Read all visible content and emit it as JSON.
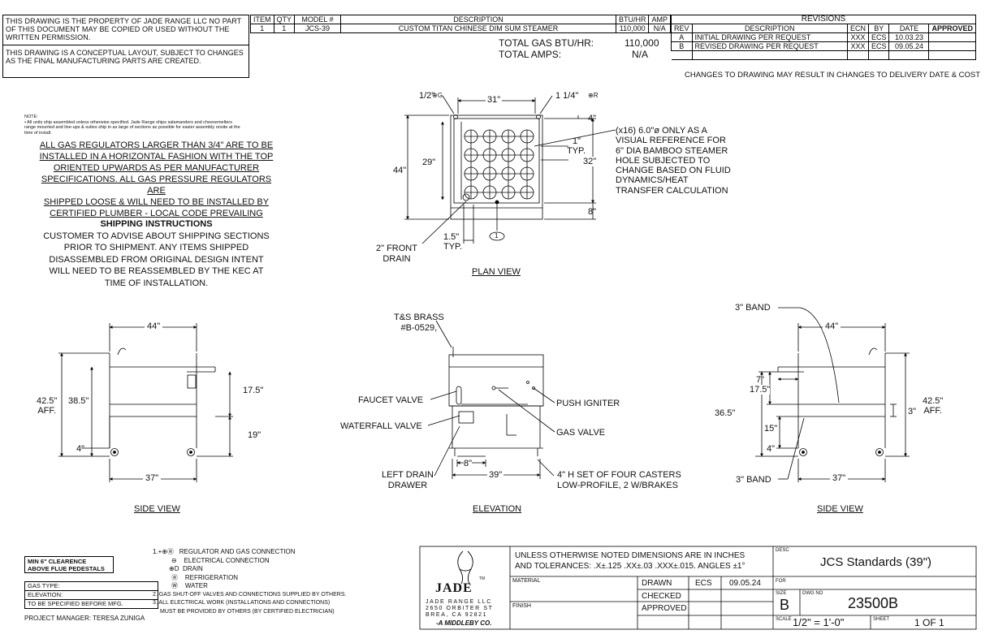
{
  "property_notice": "THIS DRAWING IS THE PROPERTY OF JADE RANGE LLC NO PART OF THIS DOCUMENT MAY BE COPIED OR USED WITHOUT THE WRITTEN PERMISSION.",
  "conceptual_notice": "THIS DRAWING IS A CONCEPTUAL LAYOUT, SUBJECT TO CHANGES AS THE FINAL MANUFACTURING PARTS ARE CREATED.",
  "items_table": {
    "headers": [
      "ITEM",
      "QTY",
      "MODEL #",
      "DESCRIPTION",
      "BTU/HR",
      "AMP"
    ],
    "rows": [
      [
        "1",
        "1",
        "JCS-39",
        "CUSTOM TITAN CHINESE DIM SUM STEAMER",
        "110,000",
        "N/A"
      ]
    ]
  },
  "totals": {
    "gas_label": "TOTAL GAS BTU/HR:",
    "gas_value": "110,000",
    "amps_label": "TOTAL AMPS:",
    "amps_value": "N/A"
  },
  "revisions": {
    "title": "REVISIONS",
    "headers": [
      "REV",
      "DESCRIPTION",
      "ECN",
      "BY",
      "DATE",
      "APPROVED"
    ],
    "rows": [
      [
        "A",
        "INITIAL DRAWING PER REQUEST",
        "XXX",
        "ECS",
        "10.03.23",
        ""
      ],
      [
        "B",
        "REVISED DRAWING PER REQUEST",
        "XXX",
        "ECS",
        "09.05.24",
        ""
      ]
    ],
    "footer": "CHANGES TO DRAWING MAY RESULT IN CHANGES TO DELIVERY DATE & COST"
  },
  "note_small": "NOTE:\n• All units ship assembled unless otherwise specified. Jade Range ships salamanders and cheesemelters range mounted and line-ups & suites ship in as large of sections as possible for easier assembly onsite at the time of install.",
  "gas_regulator_note": [
    "ALL GAS REGULATORS LARGER THAN 3/4\" ARE TO BE",
    "INSTALLED IN A HORIZONTAL FASHION WITH THE TOP",
    "ORIENTED UPWARDS AS PER MANUFACTURER",
    "SPECIFICATIONS. ALL GAS PRESSURE REGULATORS ARE",
    "SHIPPED LOOSE & WILL NEED TO BE INSTALLED BY",
    "CERTIFIED PLUMBER - LOCAL CODE PREVAILING"
  ],
  "shipping": {
    "title": "SHIPPING INSTRUCTIONS",
    "lines": [
      "CUSTOMER TO ADVISE ABOUT SHIPPING SECTIONS",
      "PRIOR TO SHIPMENT. ANY ITEMS SHIPPED",
      "DISASSEMBLED FROM ORIGINAL DESIGN INTENT",
      "WILL NEED TO BE REASSEMBLED BY THE KEC AT",
      "TIME OF INSTALLATION."
    ]
  },
  "plan_view": {
    "title": "PLAN VIEW",
    "dim_half": "1/2\"",
    "dim_quarter": "1 1/4\"",
    "dim_31": "31\"",
    "dim_4": "4\"",
    "dim_44": "44\"",
    "dim_29": "29\"",
    "dim_32": "32\"",
    "dim_1typ": [
      "1\"",
      "TYP."
    ],
    "dim_8": "8\"",
    "dim_15typ": [
      "1.5\"",
      "TYP."
    ],
    "front_drain": [
      "2\" FRONT",
      "DRAIN"
    ],
    "callout": "1",
    "steamer_note": [
      "(x16) 6.0\"ø ONLY AS A",
      "VISUAL REFERENCE FOR",
      "6\" DIA BAMBOO STEAMER",
      "HOLE SUBJECTED TO",
      "CHANGE BASED ON FLUID",
      "DYNAMICS/HEAT",
      "TRANSFER CALCULATION"
    ]
  },
  "side_view_left": {
    "title": "SIDE VIEW",
    "dim_44": "44\"",
    "dim_425": [
      "42.5\"",
      "AFF."
    ],
    "dim_385": "38.5\"",
    "dim_175": "17.5\"",
    "dim_19": "19\"",
    "dim_4": "4\"",
    "dim_37": "37\""
  },
  "elevation": {
    "title": "ELEVATION",
    "ts_brass": [
      "T&S BRASS",
      "#B-0529,"
    ],
    "faucet_valve": "FAUCET VALVE",
    "waterfall_valve": "WATERFALL VALVE",
    "push_igniter": "PUSH IGNITER",
    "gas_valve": "GAS VALVE",
    "left_drain": [
      "LEFT DRAIN",
      "DRAWER"
    ],
    "dim_8": "8\"",
    "dim_39": "39\"",
    "casters": [
      "4\" H SET OF FOUR CASTERS",
      "LOW-PROFILE, 2 W/BRAKES"
    ]
  },
  "side_view_right": {
    "title": "SIDE VIEW",
    "band_top": "3\" BAND",
    "band_bottom": "3\" BAND",
    "dim_44": "44\"",
    "dim_7": "7\"",
    "dim_175": "17.5\"",
    "dim_365": "36.5\"",
    "dim_15": "15\"",
    "dim_4": "4\"",
    "dim_37": "37\"",
    "dim_425": [
      "42.5\"",
      "AFF."
    ],
    "dim_3": "3\""
  },
  "clearance": [
    "MIN 6\" CLEARENCE",
    "ABOVE FLUE PEDESTALS"
  ],
  "gas_info": [
    "GAS TYPE:",
    "ELEVATION:",
    "TO BE SPECIFIED BEFORE MFG."
  ],
  "project_manager": "PROJECT MANAGER: TERESA ZUNIGA",
  "legend": {
    "items": [
      {
        "icon": "regulator-gas-icon",
        "label": "REGULATOR AND GAS CONNECTION"
      },
      {
        "icon": "electrical-icon",
        "label": "ELECTRICAL CONNECTION"
      },
      {
        "icon": "drain-icon",
        "label": "DRAIN"
      },
      {
        "icon": "refrigeration-icon",
        "label": "REFRIGERATION"
      },
      {
        "icon": "water-icon",
        "label": "WATER"
      }
    ],
    "note2": "2. GAS SHUT-OFF VALVES AND CONNECTIONS SUPPLIED BY OTHERS.",
    "note3a": "3. ALL ELECTRICAL WORK (INSTALLATIONS AND CONNECTIONS)",
    "note3b": "MUST BE PROVIDED BY OTHERS (BY CERTIFIED ELECTRICIAN)"
  },
  "company": {
    "logo_text": "JADE",
    "tm": "TM",
    "name": "JADE RANGE LLC",
    "address1": "2650 ORBITER ST",
    "address2": "BREA, CA 92821",
    "parent": "-A MIDDLEBY CO."
  },
  "title_block": {
    "tolerance1": "UNLESS OTHERWISE NOTED DIMENSIONS ARE IN INCHES",
    "tolerance2": "AND TOLERANCES: .X±.125 .XX±.03 .XXX±.015. ANGLES ±1°",
    "material": "MATERIAL",
    "finish": "FINISH",
    "drawn": "DRAWN",
    "drawn_by": "ECS",
    "drawn_date": "09.05.24",
    "checked": "CHECKED",
    "approved": "APPROVED",
    "desc_label": "DESC",
    "desc": "JCS Standards (39\")",
    "for_label": "FOR",
    "size_label": "SIZE",
    "size": "B",
    "dwg_label": "DWG NO",
    "dwg_no": "23500B",
    "scale_label": "SCALE",
    "scale": "1/2\" = 1'-0\"",
    "sheet_label": "SHEET",
    "sheet": "1 OF 1"
  }
}
